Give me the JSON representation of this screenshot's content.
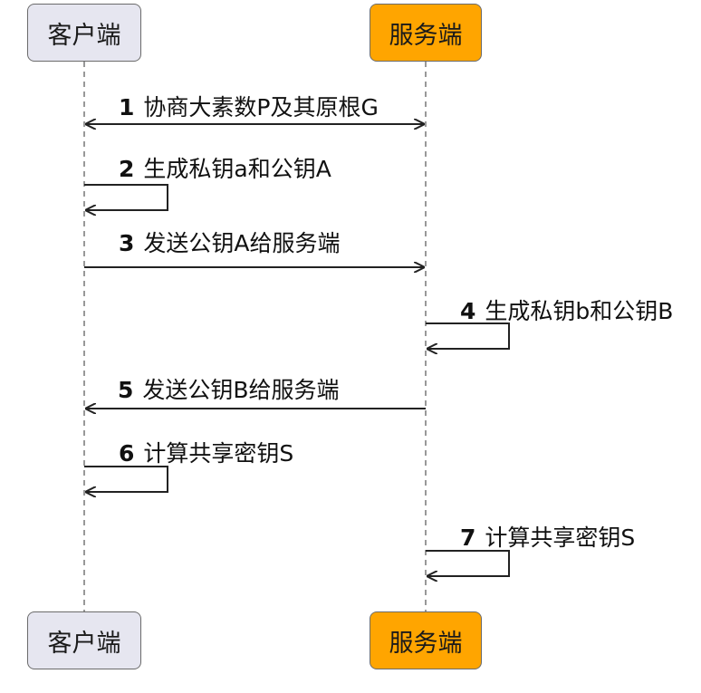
{
  "participants": {
    "client": "客户端",
    "server": "服务端"
  },
  "messages": [
    {
      "num": "1",
      "text": "协商大素数P及其原根G",
      "from": "client",
      "to": "server",
      "kind": "both"
    },
    {
      "num": "2",
      "text": "生成私钥a和公钥A",
      "from": "client",
      "to": "client",
      "kind": "self"
    },
    {
      "num": "3",
      "text": "发送公钥A给服务端",
      "from": "client",
      "to": "server",
      "kind": "right"
    },
    {
      "num": "4",
      "text": "生成私钥b和公钥B",
      "from": "server",
      "to": "server",
      "kind": "self"
    },
    {
      "num": "5",
      "text": "发送公钥B给服务端",
      "from": "server",
      "to": "client",
      "kind": "left"
    },
    {
      "num": "6",
      "text": "计算共享密钥S",
      "from": "client",
      "to": "client",
      "kind": "self"
    },
    {
      "num": "7",
      "text": "计算共享密钥S",
      "from": "server",
      "to": "server",
      "kind": "self"
    }
  ],
  "colors": {
    "client_box": "#e6e6f0",
    "server_box": "#ffa500",
    "line": "#222222"
  }
}
